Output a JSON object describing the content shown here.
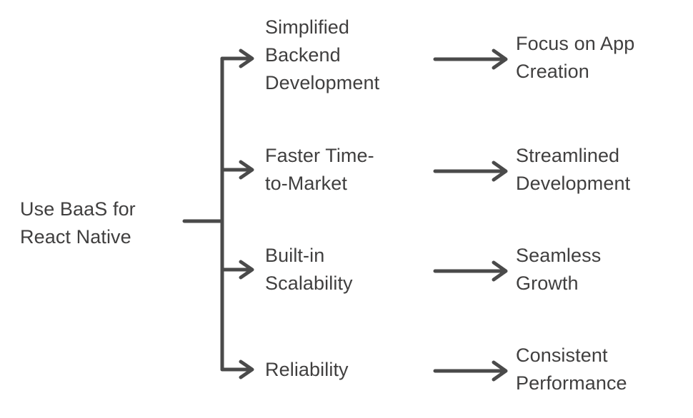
{
  "diagram": {
    "type": "tree-flowchart",
    "orientation": "left-to-right",
    "stroke_color": "#4a4a4a",
    "text_color": "#403f3f",
    "background_color": "#ffffff",
    "root": {
      "label": "Use BaaS for\nReact Native"
    },
    "branches": [
      {
        "level1": "Simplified\nBackend\nDevelopment",
        "level2": "Focus on App\nCreation"
      },
      {
        "level1": "Faster Time-\nto-Market",
        "level2": "Streamlined\nDevelopment"
      },
      {
        "level1": "Built-in\nScalability",
        "level2": "Seamless\nGrowth"
      },
      {
        "level1": "Reliability",
        "level2": "Consistent\nPerformance"
      }
    ]
  }
}
